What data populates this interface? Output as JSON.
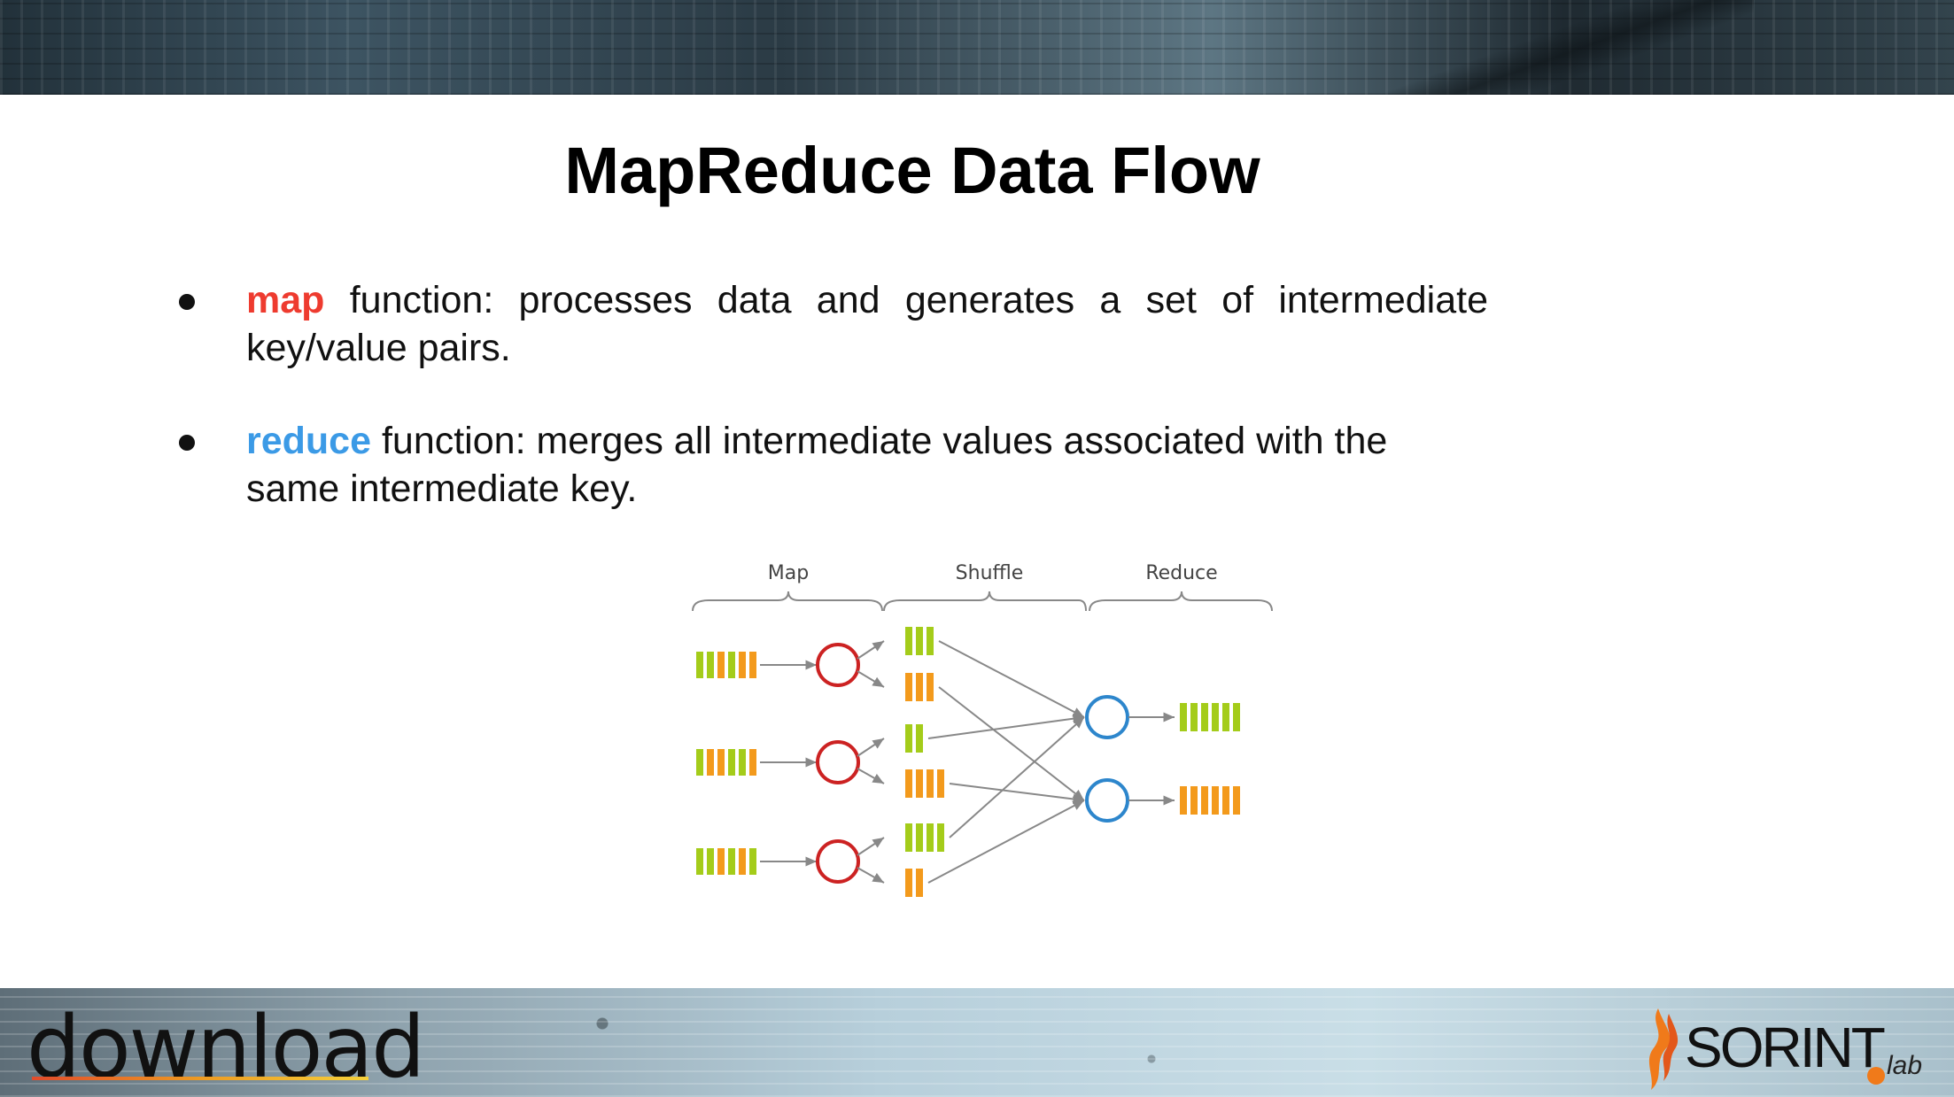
{
  "slide": {
    "title": "MapReduce Data Flow",
    "bullets": [
      {
        "keyword": "map",
        "text": " function: processes data and generates a set of intermediate key/value pairs."
      },
      {
        "keyword": "reduce",
        "text": " function:  merges all intermediate values associated with the same intermediate key."
      }
    ]
  },
  "diagram": {
    "stages": [
      "Map",
      "Shuffle",
      "Reduce"
    ],
    "colors": {
      "green": "#a4cc1a",
      "orange": "#f39a1c",
      "mapper": "#cc2222",
      "reducer": "#2d86cc",
      "arrow": "#888888"
    }
  },
  "logos": {
    "left": "download",
    "right": "SORINT",
    "right_suffix": "lab"
  }
}
